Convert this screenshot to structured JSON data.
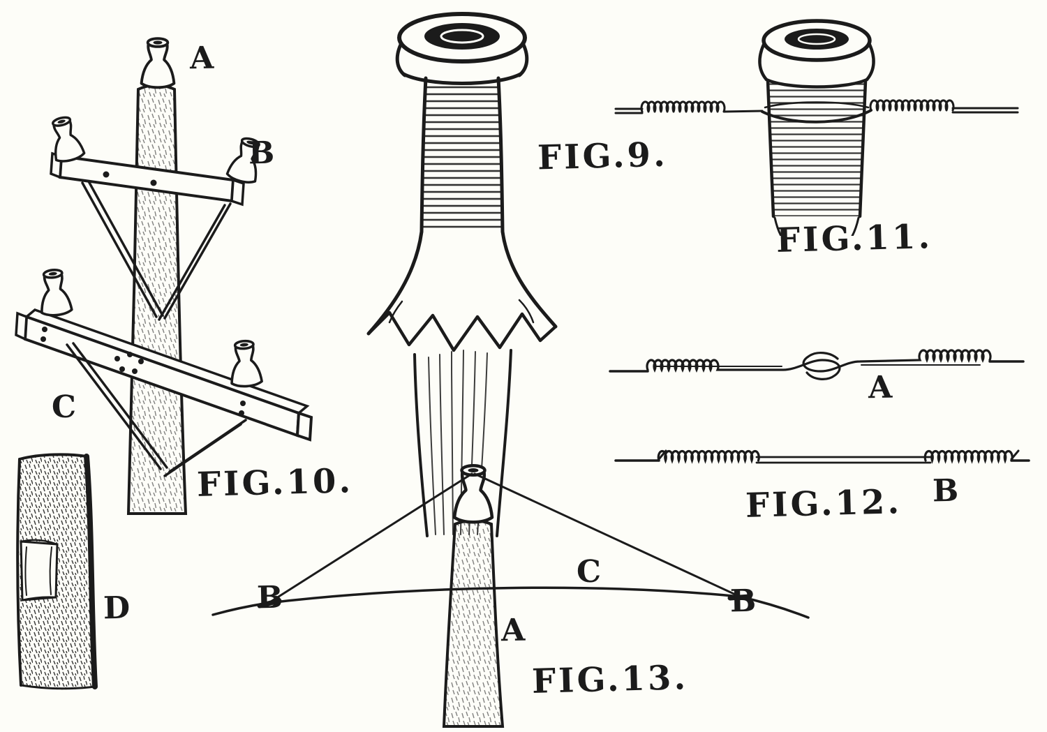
{
  "document": {
    "background_color": "#fdfdf8",
    "ink_color": "#1b1b1b"
  },
  "figures": {
    "fig9": {
      "caption": "FIG.9."
    },
    "fig10": {
      "caption": "FIG.10.",
      "labels": {
        "a": "A",
        "b": "B",
        "c": "C",
        "d": "D"
      }
    },
    "fig11": {
      "caption": "FIG.11."
    },
    "fig12": {
      "caption": "FIG.12.",
      "labels": {
        "a": "A",
        "b": "B"
      }
    },
    "fig13": {
      "caption": "FIG.13.",
      "labels": {
        "a": "A",
        "b_left": "B",
        "b_right": "B",
        "c": "C"
      }
    }
  }
}
